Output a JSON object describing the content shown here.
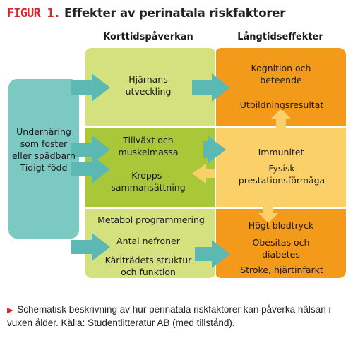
{
  "figure": {
    "label": "FIGUR 1.",
    "title": "Effekter av perinatala riskfaktorer"
  },
  "columns": {
    "short_term": "Korttidspåverkan",
    "long_term": "Långtidseffekter"
  },
  "risk_factors": {
    "lines": [
      "Undernäring",
      "som foster",
      "eller spädbarn",
      "Tidigt född"
    ]
  },
  "short_term_rows": [
    {
      "lines": [
        "Hjärnans",
        "utveckling"
      ]
    },
    {
      "lines": [
        "Tillväxt och",
        "muskelmassa"
      ]
    },
    {
      "lines": [
        "Kropps-",
        "sammansättning"
      ]
    },
    {
      "lines": [
        "Metabol programmering"
      ]
    },
    {
      "lines": [
        "Antal nefroner"
      ]
    },
    {
      "lines": [
        "Kärlträdets struktur",
        "och funktion"
      ]
    }
  ],
  "long_term_rows": [
    {
      "lines": [
        "Kognition och",
        "beteende"
      ]
    },
    {
      "lines": [
        "Utbildningsresultat"
      ]
    },
    {
      "lines": [
        "Immunitet"
      ]
    },
    {
      "lines": [
        "Fysisk",
        "prestationsförmåga"
      ]
    },
    {
      "lines": [
        "Högt blodtryck"
      ]
    },
    {
      "lines": [
        "Obesitas och",
        "diabetes"
      ]
    },
    {
      "lines": [
        "Stroke, hjärtinfarkt"
      ]
    }
  ],
  "caption": {
    "bullet": "▶",
    "text": "Schematisk beskrivning av hur perinatala riskfaktorer kan påverka hälsan i vuxen ålder. Källa: Studentlitteratur AB (med tillstånd)."
  },
  "colors": {
    "teal": "#7cc8c2",
    "teal_arrow": "#5bb8b3",
    "light_green": "#d3e27e",
    "mid_green": "#a8c83a",
    "orange": "#f39a1a",
    "light_orange": "#fbd068",
    "accent_red": "#d9262b"
  }
}
